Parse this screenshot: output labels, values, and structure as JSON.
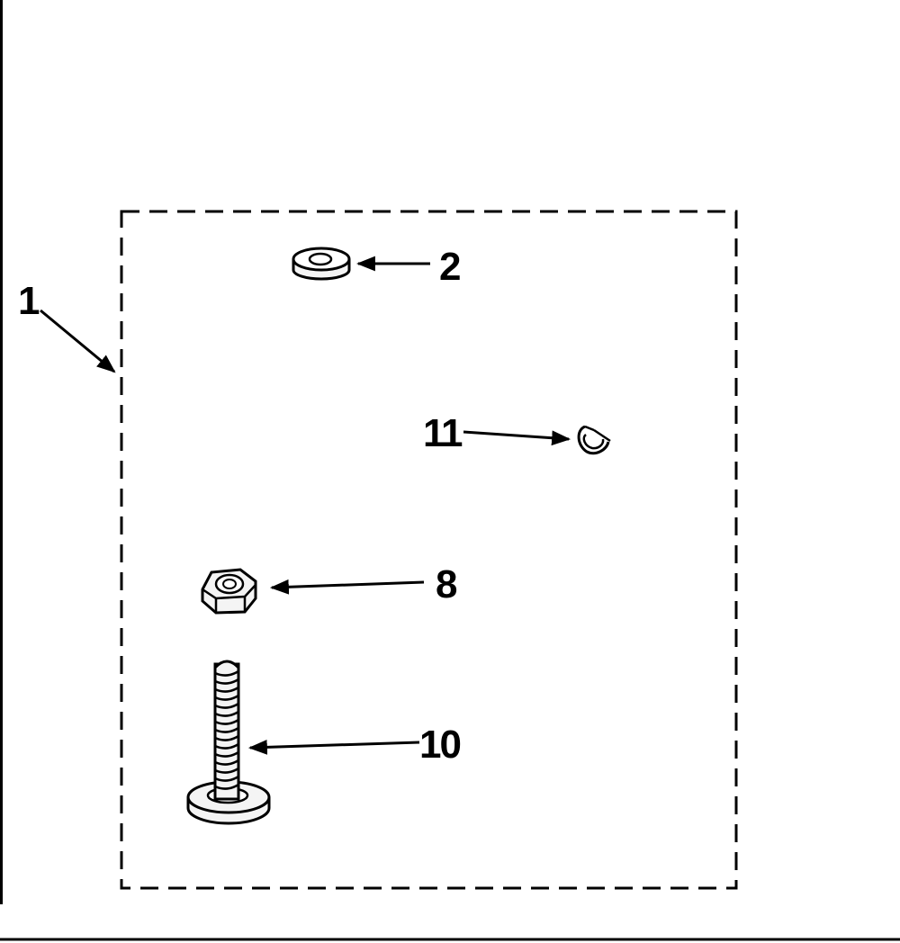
{
  "diagram": {
    "callouts": {
      "kit": "1",
      "washer": "2",
      "clip": "11",
      "nut": "8",
      "bolt": "10"
    },
    "colors": {
      "ink": "#000000",
      "paper": "#ffffff",
      "part_fill": "#f4f4f4"
    }
  }
}
